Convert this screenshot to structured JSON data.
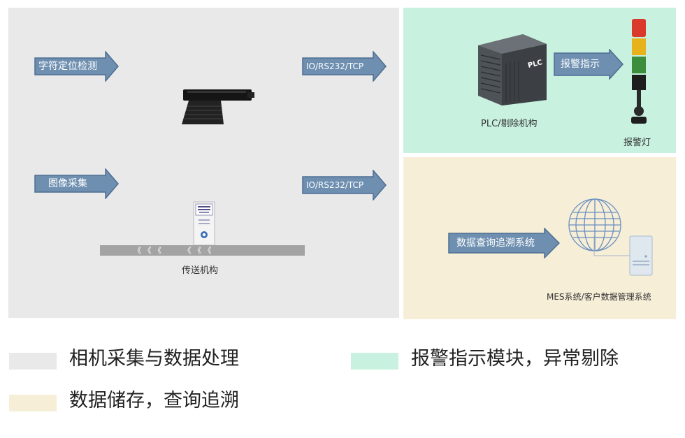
{
  "diagram": {
    "main_panel": {
      "arrow_char_detect": "字符定位检测",
      "arrow_image_capture": "图像采集",
      "arrow_io_1": "IO/RS232/TCP",
      "arrow_io_2": "IO/RS232/TCP",
      "conveyor_label": "传送机构",
      "conveyor_chevrons": "《 《 《         《 《 《"
    },
    "alarm_panel": {
      "plc_label": "PLC/剔除机构",
      "plc_device_text": "PLC",
      "arrow_alarm": "报警指示",
      "alarm_light_label": "报警灯"
    },
    "data_panel": {
      "arrow_query": "数据查询追溯系统",
      "mes_label": "MES系统/客户数据管理系统"
    }
  },
  "legend": [
    {
      "label": "相机采集与数据处理",
      "color": "#e9e9e9"
    },
    {
      "label": "报警指示模块，异常剔除",
      "color": "#c8f1df"
    },
    {
      "label": "数据储存，查询追溯",
      "color": "#f6eed7"
    }
  ],
  "colors": {
    "arrow_fill": "#6e8fb0",
    "arrow_stroke": "#4d6e92",
    "light_red": "#d93a2b",
    "light_yellow": "#e8b21c",
    "light_green": "#3c8d3c"
  }
}
